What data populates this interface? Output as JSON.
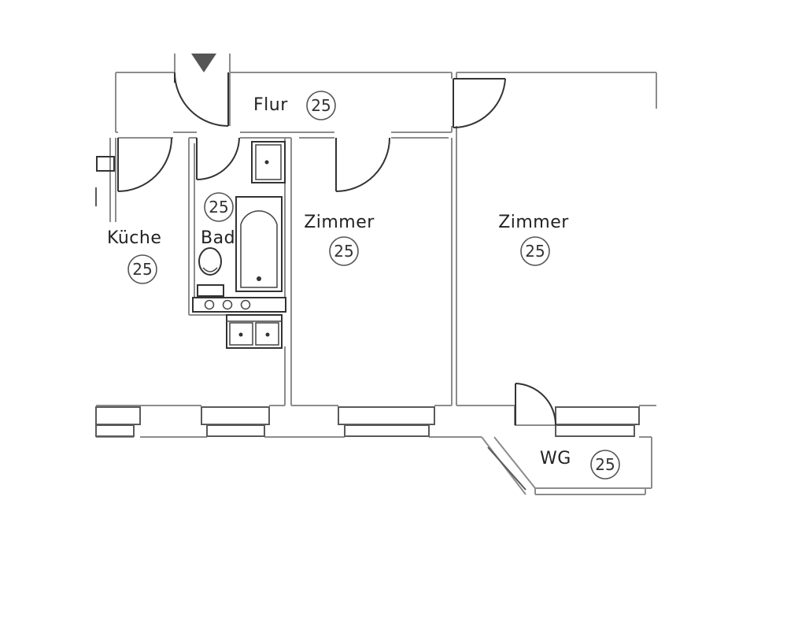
{
  "plan": {
    "rooms": [
      {
        "id": "flur",
        "label": "Flur",
        "area_code": "25"
      },
      {
        "id": "kueche",
        "label": "Küche",
        "area_code": "25"
      },
      {
        "id": "bad",
        "label": "Bad",
        "area_code": "25"
      },
      {
        "id": "zimmer1",
        "label": "Zimmer",
        "area_code": "25"
      },
      {
        "id": "zimmer2",
        "label": "Zimmer",
        "area_code": "25"
      },
      {
        "id": "wg",
        "label": "WG",
        "area_code": "25"
      }
    ],
    "colors": {
      "wall": "#8c8c8c",
      "fixture": "#333333",
      "text": "#222222",
      "entry_marker": "#555555"
    },
    "icons": [
      "entrance-triangle-icon",
      "bathtub-icon",
      "toilet-icon",
      "washbasin-icon",
      "sink-icon",
      "stove-icon"
    ]
  }
}
